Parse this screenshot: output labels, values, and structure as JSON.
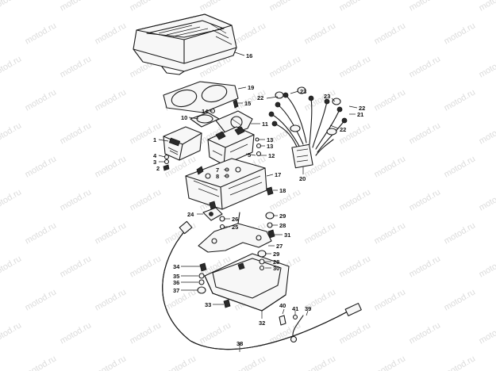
{
  "watermark": "motod.ru",
  "callouts": [
    "1",
    "2",
    "3",
    "4",
    "5",
    "7",
    "8",
    "9",
    "10",
    "11",
    "12",
    "13",
    "14",
    "15",
    "16",
    "17",
    "18",
    "19",
    "20",
    "21",
    "22",
    "22",
    "22",
    "23",
    "23",
    "24",
    "25",
    "26",
    "27",
    "28",
    "28",
    "29",
    "29",
    "30",
    "31",
    "32",
    "33",
    "34",
    "35",
    "36",
    "37",
    "38",
    "39",
    "40",
    "41"
  ]
}
